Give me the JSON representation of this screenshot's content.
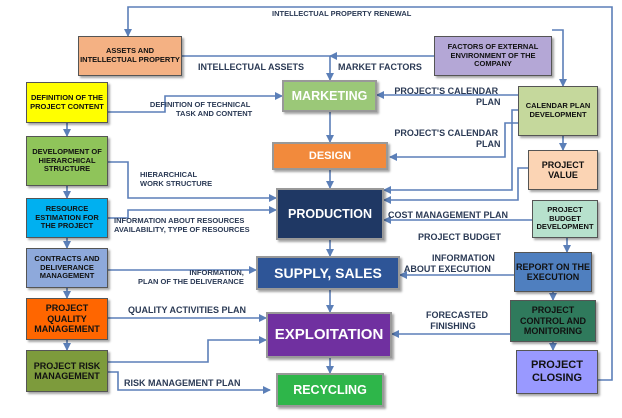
{
  "colors": {
    "wire": "#5b7fb8",
    "assets": "#f4b183",
    "factors": "#b4a7d6",
    "definition": "#ffff00",
    "hierarchical": "#8fc45a",
    "resource": "#00b0f0",
    "contracts": "#8ea9db",
    "quality": "#ff6600",
    "risk": "#7d9b3c",
    "calendar": "#c5d89c",
    "project_value": "#fbd4b4",
    "budget": "#b7e1cd",
    "report": "#4f7fbf",
    "control": "#2f7a5c",
    "closing": "#9999ff",
    "marketing": "#9bc878",
    "design": "#f28a3c",
    "production": "#1f3864",
    "supply": "#2e5597",
    "exploitation": "#7030a0",
    "recycling": "#2eb64a"
  },
  "boxes": {
    "assets": "ASSETS AND INTELLECTUAL PROPERTY",
    "factors": "FACTORS OF EXTERNAL ENVIRONMENT OF THE COMPANY",
    "definition": "DEFINITION OF THE PROJECT CONTENT",
    "hierarchical": "DEVELOPMENT OF HIERARCHICAL STRUCTURE",
    "resource": "RESOURCE ESTIMATION FOR THE PROJECT",
    "contracts": "CONTRACTS AND DELIVERANCE MANAGEMENT",
    "quality": "PROJECT QUALITY MANAGEMENT",
    "risk": "PROJECT RISK MANAGEMENT",
    "calendar": "CALENDAR PLAN DEVELOPMENT",
    "project_value": "PROJECT VALUE",
    "budget": "PROJECT BUDGET DEVELOPMENT",
    "report": "REPORT ON THE EXECUTION",
    "control": "PROJECT CONTROL AND MONITORING",
    "closing": "PROJECT CLOSING",
    "marketing": "MARKETING",
    "design": "DESIGN",
    "production": "PRODUCTION",
    "supply": "SUPPLY, SALES",
    "exploitation": "EXPLOITATION",
    "recycling": "RECYCLING"
  },
  "labels": {
    "ip_renewal": "INTELLECTUAL PROPERTY RENEWAL",
    "intellectual_assets": "INTELLECTUAL ASSETS",
    "market_factors": "MARKET FACTORS",
    "def_technical_1": "DEFINITION OF TECHNICAL",
    "def_technical_2": "TASK AND CONTENT",
    "calendar_plan_1a": "PROJECT'S CALENDAR",
    "calendar_plan_1b": "PLAN",
    "calendar_plan_2a": "PROJECT'S CALENDAR",
    "calendar_plan_2b": "PLAN",
    "hier_work_1": "HIERARCHICAL",
    "hier_work_2": "WORK STRUCTURE",
    "resources_1": "INFORMATION ABOUT RESOURCES",
    "resources_2": "AVAILABILITY, TYPE OF RESOURCES",
    "cost_mgmt": "COST MANAGEMENT PLAN",
    "project_budget": "PROJECT BUDGET",
    "info_exec_1": "INFORMATION",
    "info_exec_2": "ABOUT EXECUTION",
    "info_plan_1": "INFORMATION,",
    "info_plan_2": "PLAN OF THE DELIVERANCE",
    "quality_plan": "QUALITY ACTIVITIES PLAN",
    "forecasted_1": "FORECASTED",
    "forecasted_2": "FINISHING",
    "risk_plan": "RISK MANAGEMENT PLAN"
  }
}
